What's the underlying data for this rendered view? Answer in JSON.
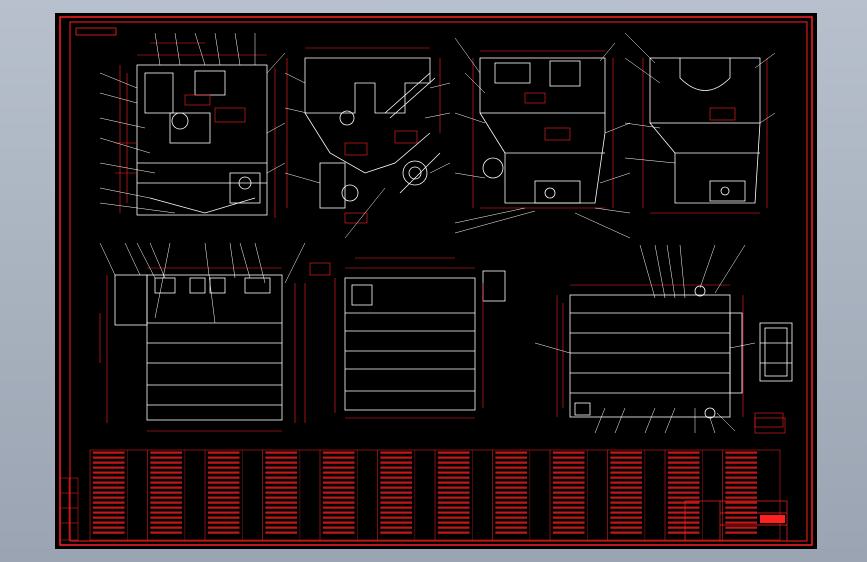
{
  "drawing": {
    "colors": {
      "background": "#000000",
      "frame": "#ff2020",
      "geometry": "#ffffff",
      "dimension": "#ff2020",
      "leader": "#ffffff"
    },
    "title_label": "",
    "note_label": "",
    "views": [
      {
        "name": "front-section-view"
      },
      {
        "name": "side-section-view"
      },
      {
        "name": "right-section-view"
      },
      {
        "name": "far-right-section-view"
      },
      {
        "name": "plan-view-left"
      },
      {
        "name": "plan-view-middle"
      },
      {
        "name": "plan-view-right"
      },
      {
        "name": "detail-view"
      }
    ],
    "parts_table": {
      "visible_columns": 12,
      "visible_rows": 18
    }
  }
}
